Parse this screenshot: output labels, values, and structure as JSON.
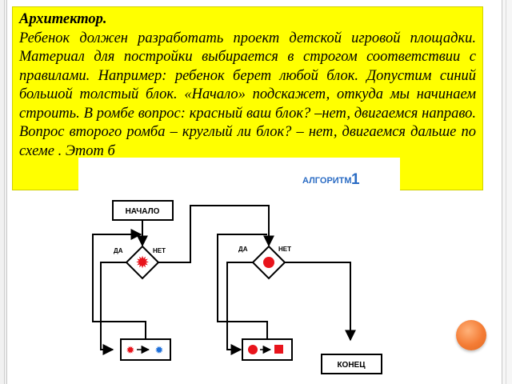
{
  "slide": {
    "text_block": {
      "title": "Архитектор.",
      "body": "Ребенок должен разработать проект детской игровой площадки. Материал для постройки выбирается в строгом соответствии с правилами. Например: ребенок берет любой блок. Допустим синий большой толстый блок. «Начало» подскажет, откуда мы начинаем строить. В ромбе вопрос: красный ваш блок? –нет, двигаемся направо. Вопрос второго ромба – круглый ли блок? – нет, двигаемся дальше по схеме . Этот б"
    },
    "diagram": {
      "heading_word": "АЛГОРИТМ",
      "heading_number": "1",
      "start_label": "НАЧАЛО",
      "end_label": "КОНЕЦ",
      "yes_label": "ДА",
      "no_label": "НЕТ",
      "colors": {
        "line": "#000000",
        "red": "#e8141c",
        "blue": "#1e6fd9",
        "heading": "#2b6cc4"
      }
    }
  },
  "colors": {
    "textbox_bg": "#ffff00",
    "accent_dot": "#f47c35"
  }
}
